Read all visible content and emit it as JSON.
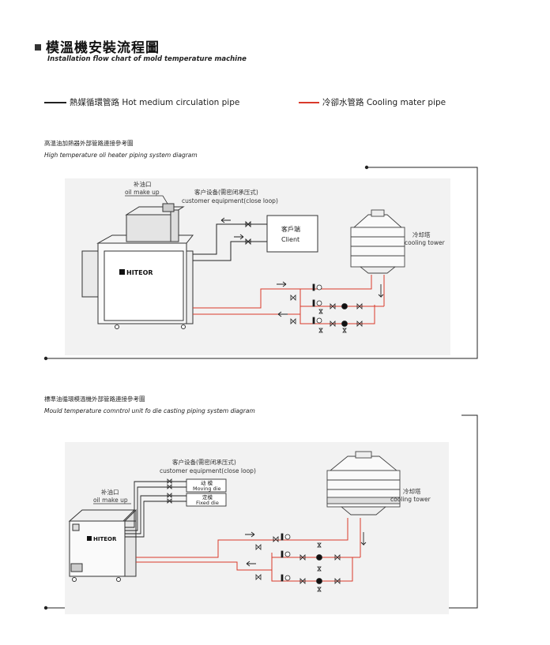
{
  "header": {
    "title": "模溫機安裝流程圖",
    "subtitle": "Installation flow chart of mold temperature machine"
  },
  "legend": {
    "hot_pipe": "熱媒循環管路 Hot medium circulation pipe",
    "cooling_pipe": "冷卻水管路 Cooling mater pipe",
    "hot_color": "#222222",
    "cooling_color": "#d93a2b"
  },
  "diagram1": {
    "title_zh": "高溫油加熱器外部管路連接參考圖",
    "title_en": "High temperature oli heater piping system diagram",
    "oil_label_zh": "补油口",
    "oil_label_en": "oil make up",
    "customer_zh": "客户设备(需密闭承压式)",
    "customer_en": "customer equipment(close loop)",
    "client_zh": "客戶端",
    "client_en": "Client",
    "tower_zh": "冷却塔",
    "tower_en": "cooling tower",
    "brand": "HITEOR"
  },
  "diagram2": {
    "title_zh": "標準油循環模溫機外部管路連接參考圖",
    "title_en": "Mould temperature comntrol unit fo die casting piping system diagram",
    "customer_zh": "客户设备(需密闭承压式)",
    "customer_en": "customer equipment(close loop)",
    "moving_zh": "动 模",
    "moving_en": "Moving die",
    "fixed_zh": "定模",
    "fixed_en": "Fixed die",
    "oil_label_zh": "补油口",
    "oil_label_en": "oil make up",
    "tower_zh": "冷却塔",
    "tower_en": "cooling tower",
    "brand": "HITEOR"
  }
}
